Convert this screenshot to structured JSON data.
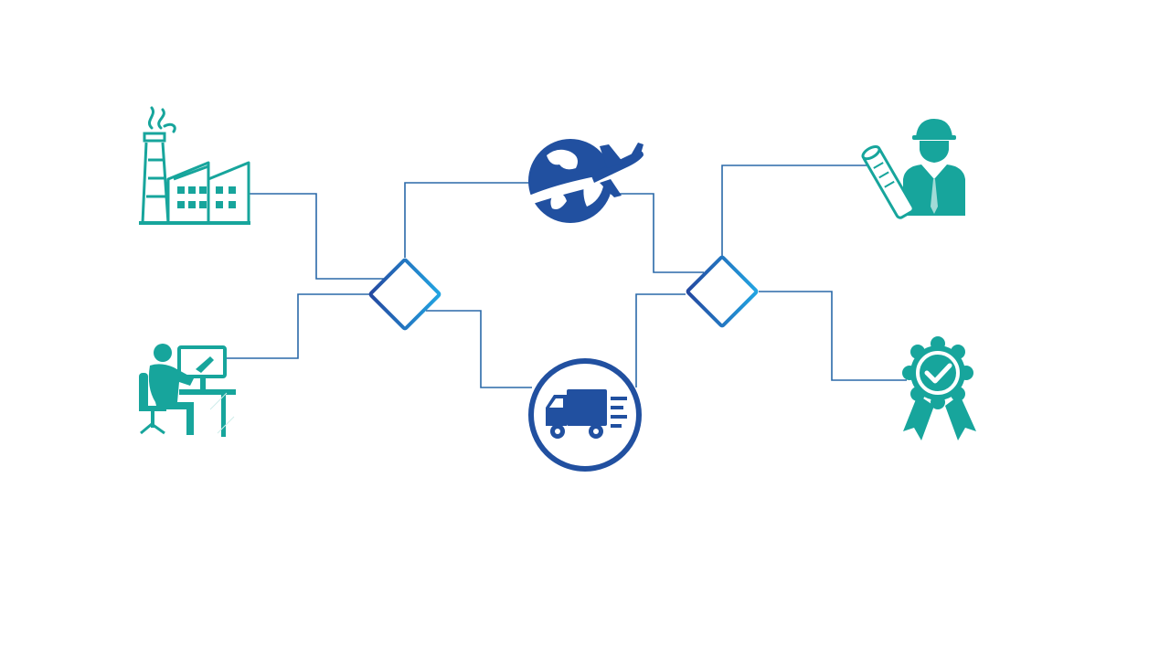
{
  "colors": {
    "background": "#ffffff",
    "teal": "#17A59C",
    "navy": "#2150A0",
    "connector": "#2A69A8",
    "gradient_start": "#2448A0",
    "gradient_end": "#22A5E2"
  },
  "nodes": [
    {
      "id": "factory",
      "icon": "factory-icon"
    },
    {
      "id": "designer",
      "icon": "designer-at-computer-icon"
    },
    {
      "id": "decision-1",
      "icon": "diamond-decision-icon"
    },
    {
      "id": "air-freight",
      "icon": "globe-airplane-icon"
    },
    {
      "id": "truck-transport",
      "icon": "delivery-truck-icon"
    },
    {
      "id": "decision-2",
      "icon": "diamond-decision-icon"
    },
    {
      "id": "engineer",
      "icon": "engineer-with-blueprint-icon"
    },
    {
      "id": "quality-certified",
      "icon": "award-badge-check-icon"
    }
  ],
  "edges": [
    {
      "from": "factory",
      "to": "decision-1"
    },
    {
      "from": "designer",
      "to": "decision-1"
    },
    {
      "from": "decision-1",
      "to": "air-freight"
    },
    {
      "from": "decision-1",
      "to": "truck-transport"
    },
    {
      "from": "air-freight",
      "to": "decision-2"
    },
    {
      "from": "truck-transport",
      "to": "decision-2"
    },
    {
      "from": "decision-2",
      "to": "engineer"
    },
    {
      "from": "decision-2",
      "to": "quality-certified"
    }
  ]
}
